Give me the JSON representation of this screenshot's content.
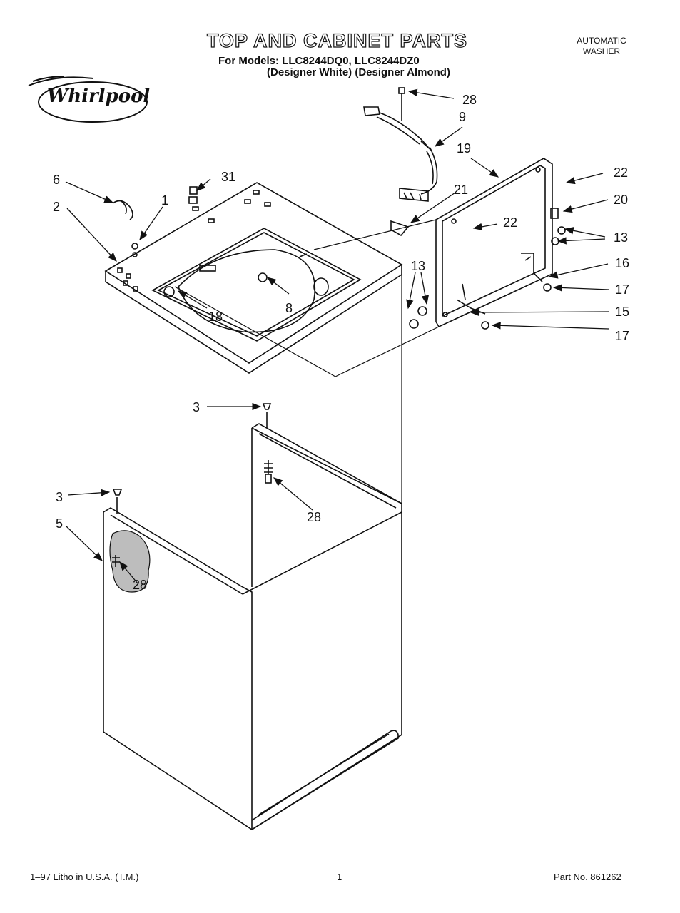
{
  "header": {
    "title": "TOP AND CABINET PARTS",
    "models_line": "For Models: LLC8244DQ0, LLC8244DZ0",
    "models_sub": "(Designer White) (Designer Almond)",
    "product_type": [
      "AUTOMATIC",
      "WASHER"
    ],
    "brand": "Whirlpool"
  },
  "callouts": {
    "c28a": "28",
    "c9": "9",
    "c19": "19",
    "c22a": "22",
    "c21": "21",
    "c20": "20",
    "c22b": "22",
    "c13a": "13",
    "c13b": "13",
    "c16": "16",
    "c17a": "17",
    "c15": "15",
    "c17b": "17",
    "c6": "6",
    "c31": "31",
    "c1": "1",
    "c2": "2",
    "c18": "18",
    "c8": "8",
    "c3a": "3",
    "c28b": "28",
    "c3b": "3",
    "c5": "5",
    "c28c": "28"
  },
  "footer": {
    "left": "1–97 Litho in U.S.A. (T.M.)",
    "page": "1",
    "part_no": "Part No. 861262"
  }
}
